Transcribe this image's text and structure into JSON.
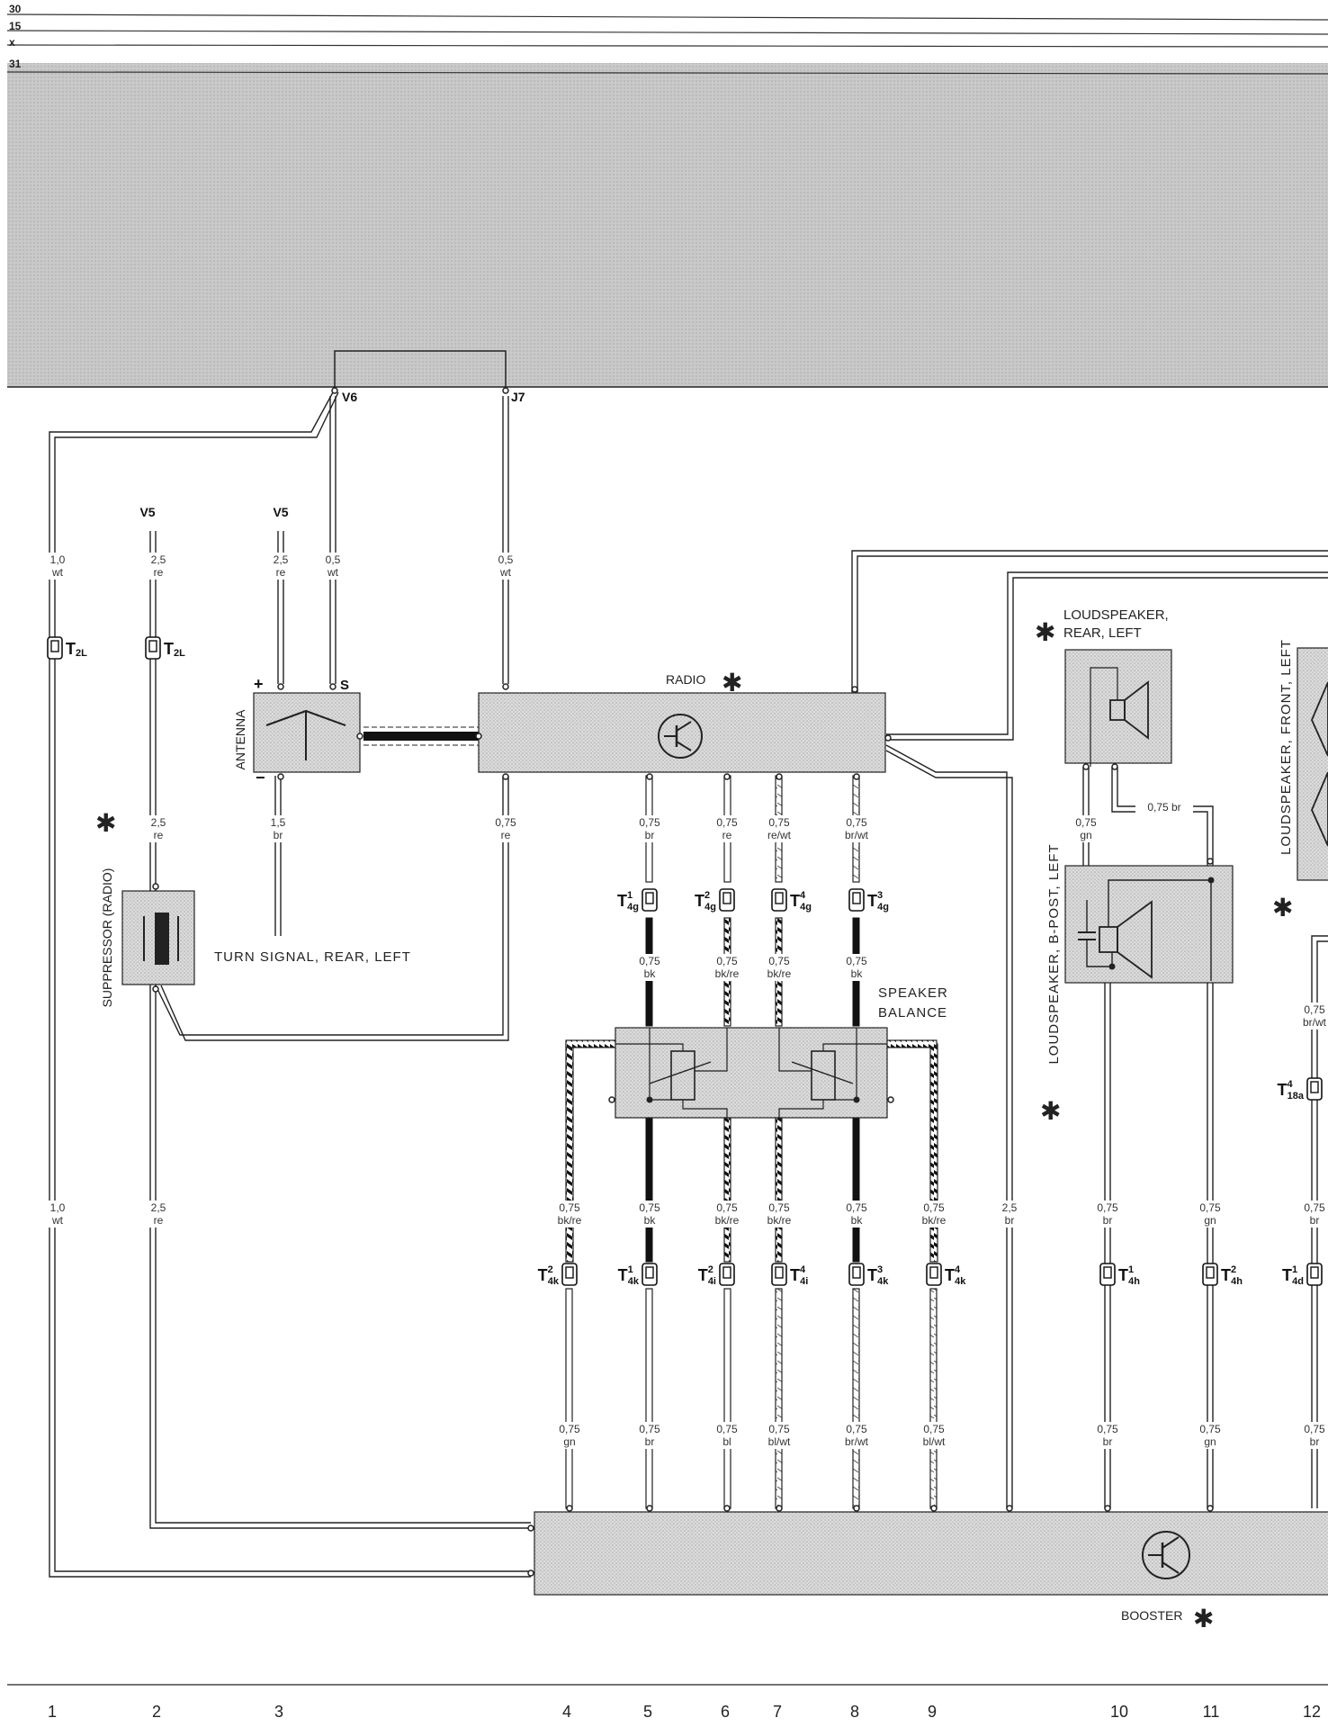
{
  "bus_lines": [
    "30",
    "15",
    "x",
    "31"
  ],
  "terminals": {
    "v6": "V6",
    "j7": "J7",
    "v5": "V5"
  },
  "components": {
    "radio": "RADIO",
    "antenna": "ANTENNA",
    "suppressor": "SUPPRESSOR (RADIO)",
    "turn_signal": "TURN SIGNAL, REAR, LEFT",
    "speaker_balance_1": "SPEAKER",
    "speaker_balance_2": "BALANCE",
    "speaker_rear_1": "LOUDSPEAKER,",
    "speaker_rear_2": "REAR, LEFT",
    "speaker_bpost": "LOUDSPEAKER, B-POST, LEFT",
    "speaker_front": "LOUDSPEAKER, FRONT, LEFT",
    "booster": "BOOSTER"
  },
  "symbols": {
    "asterisk": "✱",
    "plus": "+",
    "minus": "−",
    "s": "S"
  },
  "connectors": {
    "t2l_a": {
      "main": "T",
      "sub": "2L",
      "sup": ""
    },
    "t2l_b": {
      "main": "T",
      "sub": "2L",
      "sup": ""
    },
    "t4g1": {
      "main": "T",
      "sub": "4g",
      "sup": "1"
    },
    "t4g2": {
      "main": "T",
      "sub": "4g",
      "sup": "2"
    },
    "t4g4": {
      "main": "T",
      "sub": "4g",
      "sup": "4"
    },
    "t4g3": {
      "main": "T",
      "sub": "4g",
      "sup": "3"
    },
    "t4k2": {
      "main": "T",
      "sub": "4k",
      "sup": "2"
    },
    "t4k1": {
      "main": "T",
      "sub": "4k",
      "sup": "1"
    },
    "t4i2": {
      "main": "T",
      "sub": "4i",
      "sup": "2"
    },
    "t4i4": {
      "main": "T",
      "sub": "4i",
      "sup": "4"
    },
    "t4k3": {
      "main": "T",
      "sub": "4k",
      "sup": "3"
    },
    "t4k4": {
      "main": "T",
      "sub": "4k",
      "sup": "4"
    },
    "t4h1": {
      "main": "T",
      "sub": "4h",
      "sup": "1"
    },
    "t4h2": {
      "main": "T",
      "sub": "4h",
      "sup": "2"
    },
    "t4d1": {
      "main": "T",
      "sub": "4d",
      "sup": "1"
    },
    "t18a4": {
      "main": "T",
      "sub": "18a",
      "sup": "4"
    }
  },
  "wires": {
    "c1_top": [
      "1,0",
      "wt"
    ],
    "c2_top": [
      "2,5",
      "re"
    ],
    "c3_top": [
      "2,5",
      "re"
    ],
    "c3b_top": [
      "0,5",
      "wt"
    ],
    "j7_top": [
      "0,5",
      "wt"
    ],
    "sup_top": [
      "2,5",
      "re"
    ],
    "ant_bot": [
      "1,5",
      "br"
    ],
    "radio_re": [
      "0,75",
      "re"
    ],
    "r5": [
      "0,75",
      "br"
    ],
    "r6": [
      "0,75",
      "re"
    ],
    "r7": [
      "0,75",
      "re/wt"
    ],
    "r8": [
      "0,75",
      "br/wt"
    ],
    "b5": [
      "0,75",
      "bk"
    ],
    "b6": [
      "0,75",
      "bk/re"
    ],
    "b7": [
      "0,75",
      "bk/re"
    ],
    "b8": [
      "0,75",
      "bk"
    ],
    "m4": [
      "0,75",
      "bk/re"
    ],
    "m5": [
      "0,75",
      "bk"
    ],
    "m6": [
      "0,75",
      "bk/re"
    ],
    "m7": [
      "0,75",
      "bk/re"
    ],
    "m8": [
      "0,75",
      "bk"
    ],
    "m9": [
      "0,75",
      "bk/re"
    ],
    "l4": [
      "0,75",
      "gn"
    ],
    "l5": [
      "0,75",
      "br"
    ],
    "l6": [
      "0,75",
      "bl"
    ],
    "l7": [
      "0,75",
      "bl/wt"
    ],
    "l8": [
      "0,75",
      "br/wt"
    ],
    "l9": [
      "0,75",
      "bl/wt"
    ],
    "c1_mid": [
      "1,0",
      "wt"
    ],
    "c2_mid": [
      "2,5",
      "re"
    ],
    "c10a": [
      "2,5",
      "br"
    ],
    "c10m": [
      "0,75",
      "br"
    ],
    "c11m": [
      "0,75",
      "gn"
    ],
    "c10l": [
      "0,75",
      "br"
    ],
    "c11l": [
      "0,75",
      "gn"
    ],
    "c12m": [
      "0,75",
      "br"
    ],
    "c12l": [
      "0,75",
      "br"
    ],
    "c12u": [
      "0,75",
      "br/wt"
    ],
    "spk_gn": [
      "0,75",
      "gn"
    ],
    "spk_br": "0,75 br"
  },
  "columns": [
    "1",
    "2",
    "3",
    "4",
    "5",
    "6",
    "7",
    "8",
    "9",
    "10",
    "11",
    "12"
  ]
}
